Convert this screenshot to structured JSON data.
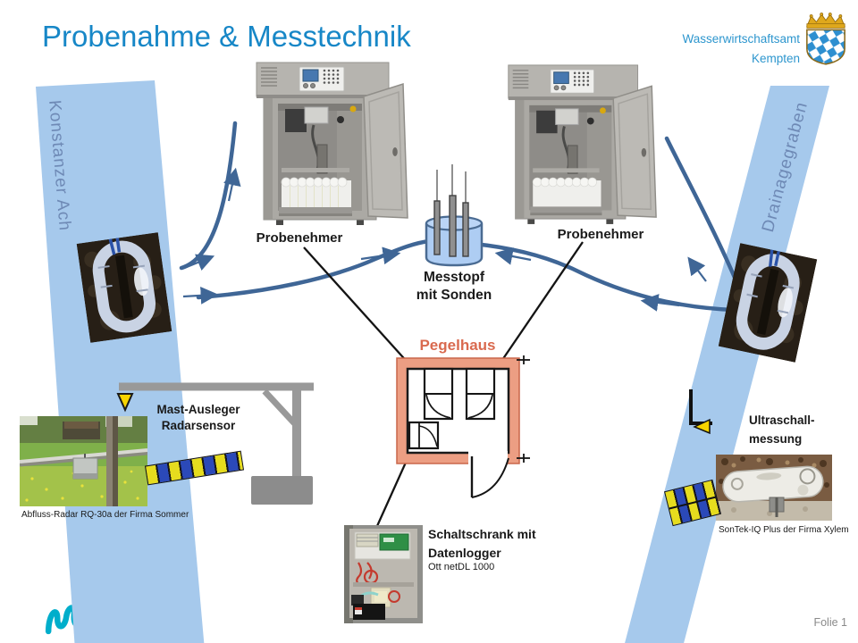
{
  "header": {
    "title": "Probenahme & Messtechnik",
    "org": "Wasserwirtschaftsamt\nKempten"
  },
  "channels": {
    "left": "Konstanzer Ach",
    "right": "Drainagegraben"
  },
  "labels": {
    "sampler_left": "Probenehmer",
    "sampler_right": "Probenehmer",
    "messtopf": "Messtopf\nmit Sonden",
    "pegelhaus": "Pegelhaus",
    "mast": "Mast-Ausleger\nRadarsensor",
    "ultraschall": "Ultraschall-\nmessung",
    "schaltschrank": "Schaltschrank mit\nDatenlogger",
    "schaltschrank_model": "Ott netDL 1000"
  },
  "captions": {
    "radar": "Abfluss-Radar RQ-30a der Firma Sommer",
    "sontek": "SonTek-IQ Plus der Firma Xylem"
  },
  "footer": {
    "page": "Folie 1"
  },
  "colors": {
    "title_blue": "#1787c7",
    "band_blue": "#a6c9ec",
    "pipe_blue": "#3f6696",
    "wall_salmon": "#ec9e83",
    "pegelhaus_text": "#d96a4f",
    "crest_blue": "#2e8fd0",
    "crown_gold": "#dfa81c",
    "logo_teal": "#00aecb"
  }
}
